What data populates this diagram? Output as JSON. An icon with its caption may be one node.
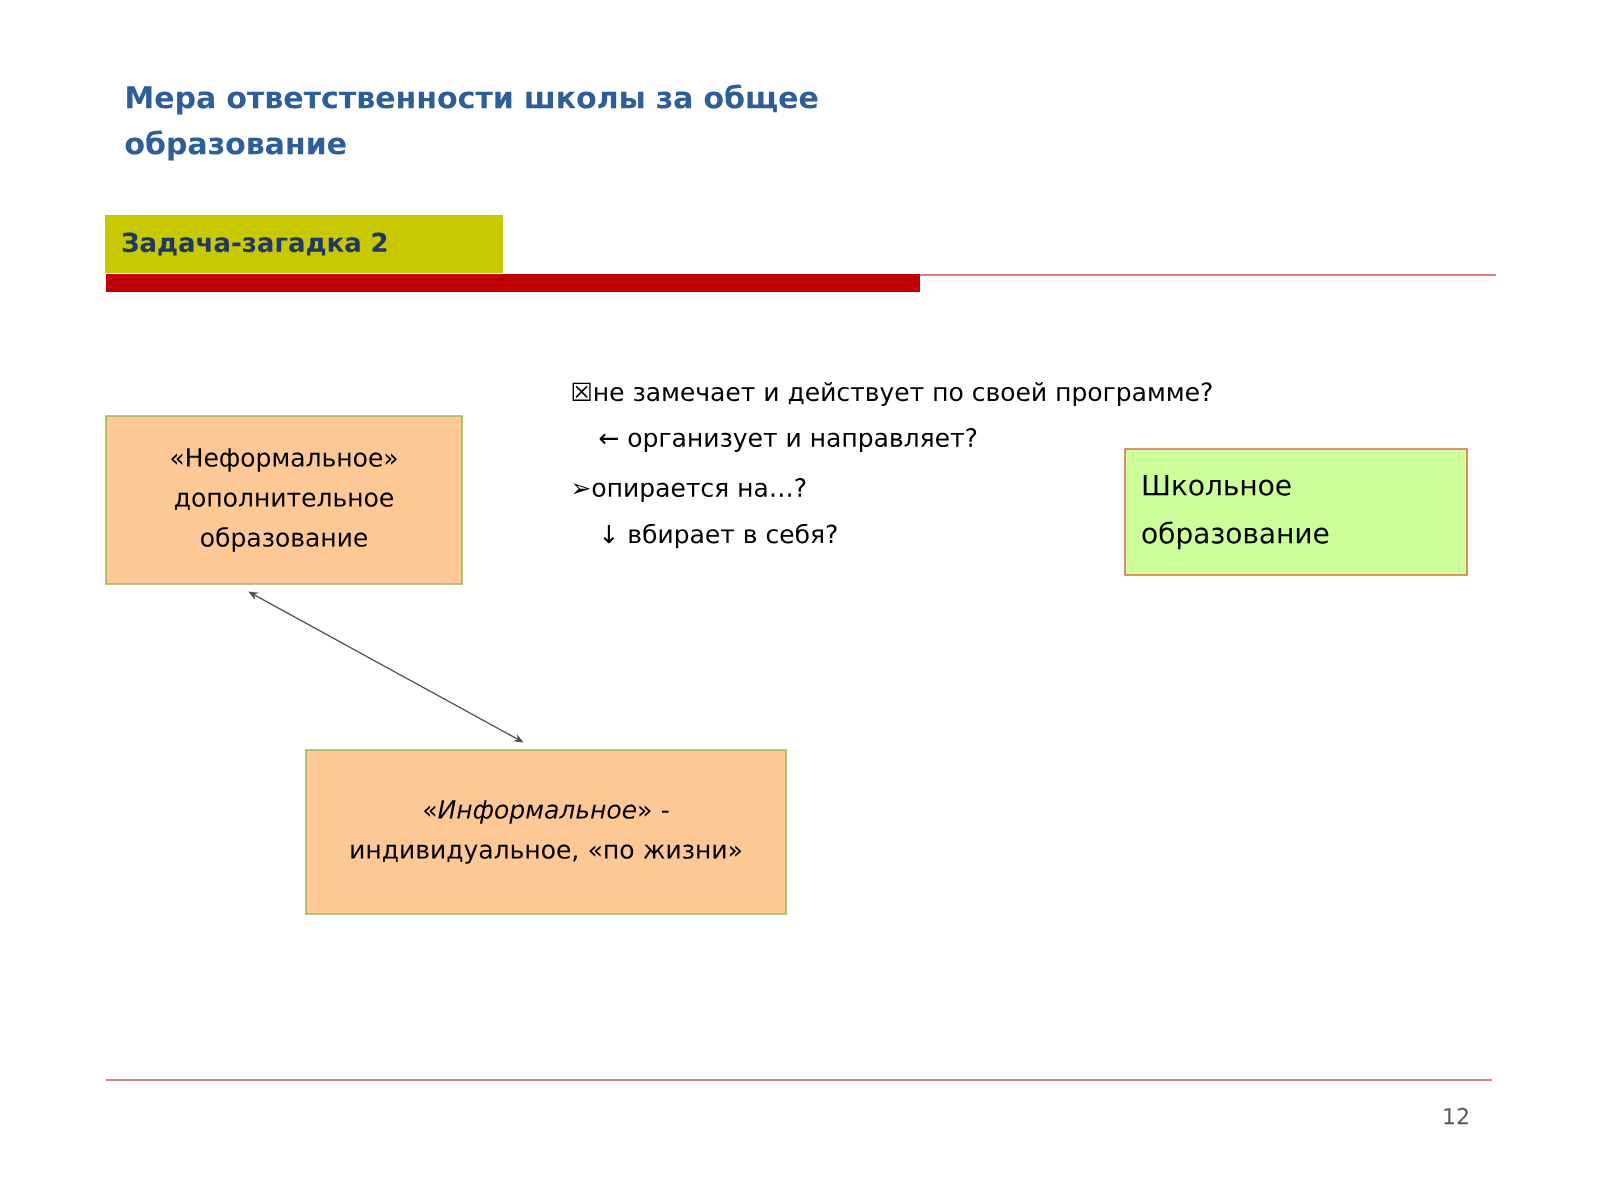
{
  "diagram": {
    "title": "Мера ответственности школы за общее образование",
    "nodes": [
      {
        "text": [
          "Задача-загадка 2"
        ]
      },
      {
        "text": [
          "«Неформальное» дополнительное образование"
        ]
      },
      {
        "text": [
          "Школьное образование"
        ]
      },
      {
        "text": [
          "«*Информальное*» - индивидуальное, «по жизни»"
        ]
      }
    ],
    "edges": [
      {
        "from": 1,
        "to": 3,
        "arrow": "both"
      }
    ],
    "labels": [
      "☒не замечает и действует по своей программе?",
      "← организует и направляет?",
      "➢опирается на…?",
      "↓ вбирает в себя?",
      "12"
    ]
  }
}
